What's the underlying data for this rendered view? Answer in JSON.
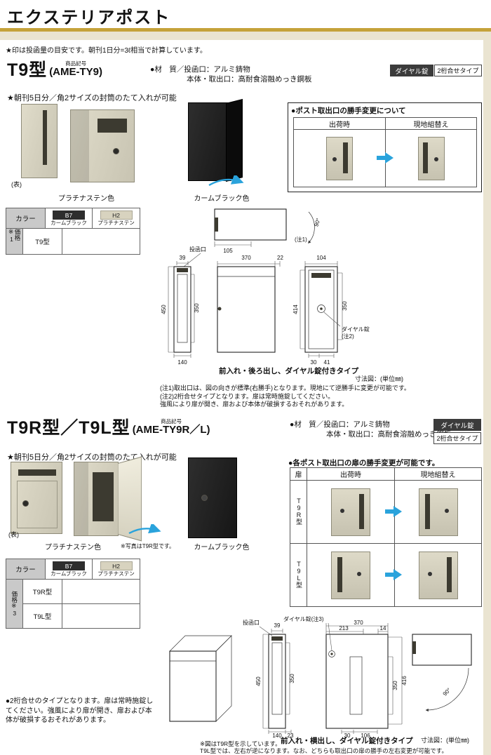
{
  "page": {
    "title": "エクステリアポスト",
    "note": "★印は投函量の目安です。朝刊1日分=3ℓ相当で計算しています。"
  },
  "colors": {
    "accent_gold": "#c5a23a",
    "band_beige": "#eae4d1",
    "arrow_blue": "#2aa3dc",
    "post_beige": "#d8d4c2",
    "post_black": "#161616",
    "table_gray": "#c9c9c9",
    "slot_dark": "#3c3a30"
  },
  "common": {
    "code_label": "商品記号",
    "material1": "●材　質／投函口：アルミ鋳物",
    "material2": "本体・取出口：高耐食溶融めっき鋼板",
    "badge_dial": "ダイヤル錠",
    "badge_combo": "2桁合せタイプ",
    "feature": "★朝刊5日分／角2サイズの封筒のたて入れが可能",
    "front_mark": "(表)",
    "platinum": "プラチナステン色",
    "calm_black": "カームブラック色",
    "ship": "出荷時",
    "onsite": "現地組替え",
    "unit": "寸法図：(単位㎜)",
    "slot_label": "投函口",
    "color_header": "カラー",
    "b7_code": "B7",
    "b7_name": "カームブラック",
    "h2_code": "H2",
    "h2_name": "プラチナステン"
  },
  "t9": {
    "model": "T9型",
    "code": "(AME-TY9)",
    "handedness_title": "●ポスト取出口の勝手変更について",
    "price_label": "価格※1",
    "row1": "T9型",
    "caption": "前入れ・後ろ出し、ダイヤル錠付きタイプ",
    "dial_label": "ダイヤル錠",
    "dial_ref": "(注2)",
    "note_ref": "(注1)",
    "angle": "90°",
    "dims": {
      "d105": "105",
      "d39": "39",
      "d450": "450",
      "d350a": "350",
      "d140": "140",
      "d370": "370",
      "d22": "22",
      "d104": "104",
      "d414": "414",
      "d350b": "350",
      "d30": "30",
      "d41": "41"
    },
    "notes": [
      "(注1)取出口は、図の向きが標準(右勝手)となります。現地にて逆勝手に変更が可能です。",
      "(注2)2桁合せタイプとなります。扉は常時施錠してください。",
      "強風により扉が開き、扉および本体が破損するおそれがあります。"
    ]
  },
  "t9rl": {
    "model": "T9R型／T9L型",
    "code": "(AME-TY9R／L)",
    "photo_note": "※写真はT9R型です。",
    "handedness_title": "●各ポスト取出口の扉の勝手変更が可能です。",
    "door_header": "扉",
    "row_r": "T9R型",
    "row_l": "T9L型",
    "price_label": "価格※3",
    "caption": "前入れ・横出し、ダイヤル錠付きタイプ",
    "dial_label": "ダイヤル錠(注3)",
    "angle": "90°",
    "dims": {
      "d39": "39",
      "d450": "450",
      "d350a": "350",
      "d140": "140",
      "d23": "23",
      "d370": "370",
      "d213": "213",
      "d14": "14",
      "d350b": "350",
      "d416": "416",
      "d30": "30",
      "d106": "106"
    },
    "note_left": "●2桁合せのタイプとなります。扉は常時施錠してください。強風により扉が開き、扉および本体が破損するおそれがあります。",
    "note_r1": "※図はT9R型を示しています。",
    "note_r2": "T9L型では、左右が逆になります。なお、どちらも取出口の扉の勝手の左右変更が可能です。"
  }
}
